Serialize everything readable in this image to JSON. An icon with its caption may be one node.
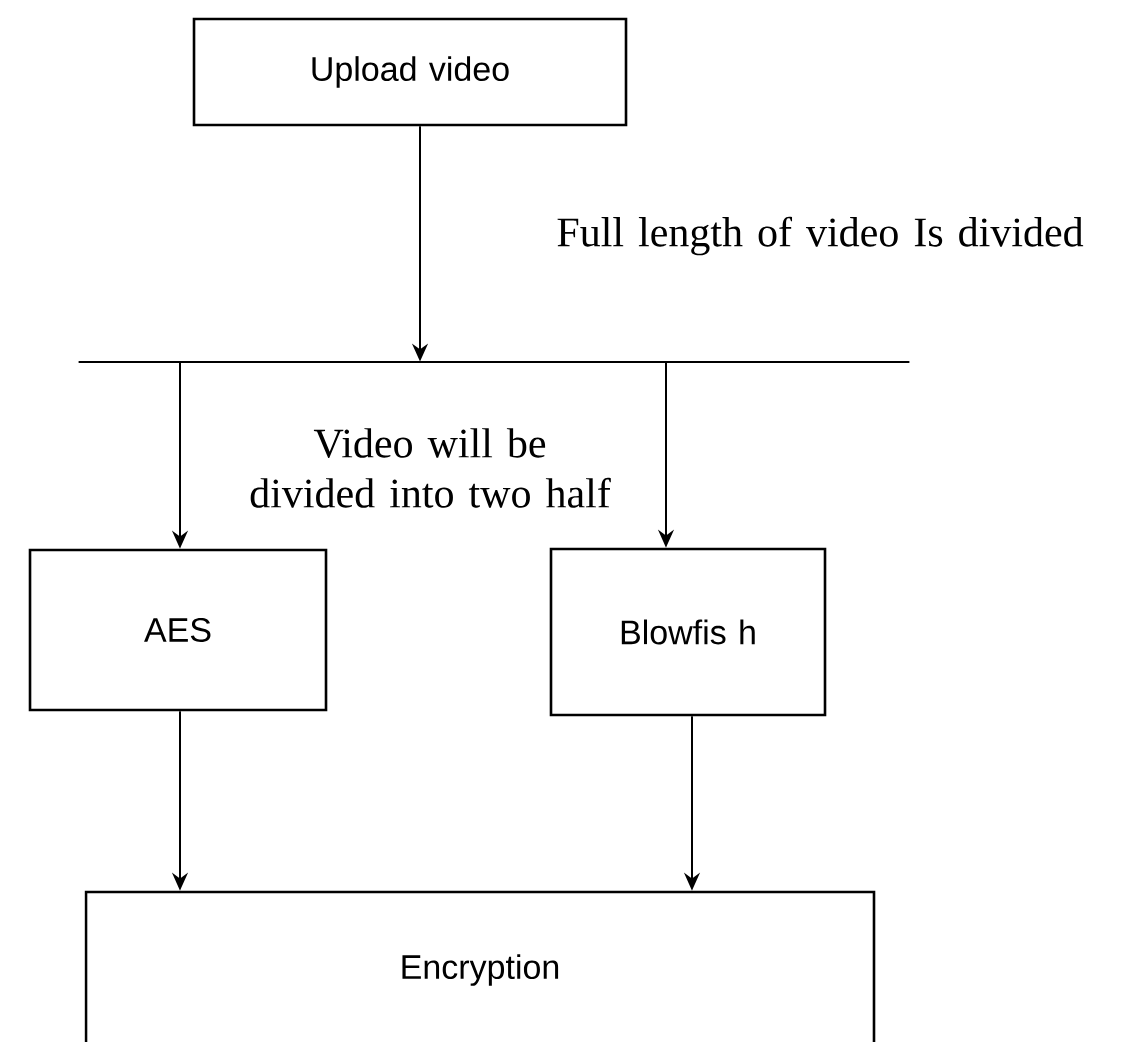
{
  "diagram": {
    "nodes": [
      {
        "text": [
          "Upload video"
        ]
      },
      {
        "text": [],
        "shape": "bar"
      },
      {
        "text": [
          "AES"
        ]
      },
      {
        "text": [
          "Blowfis h"
        ]
      },
      {
        "text": [
          "Encryption"
        ]
      }
    ],
    "edges": [
      {
        "from": 0,
        "to": 1,
        "arrow": "to"
      },
      {
        "from": 1,
        "to": 2,
        "arrow": "to"
      },
      {
        "from": 1,
        "to": 3,
        "arrow": "to"
      },
      {
        "from": 2,
        "to": 4,
        "arrow": "to"
      },
      {
        "from": 3,
        "to": 4,
        "arrow": "to"
      }
    ],
    "labels": [
      "Full length of video Is divided",
      "Video will be divided into two half"
    ]
  }
}
